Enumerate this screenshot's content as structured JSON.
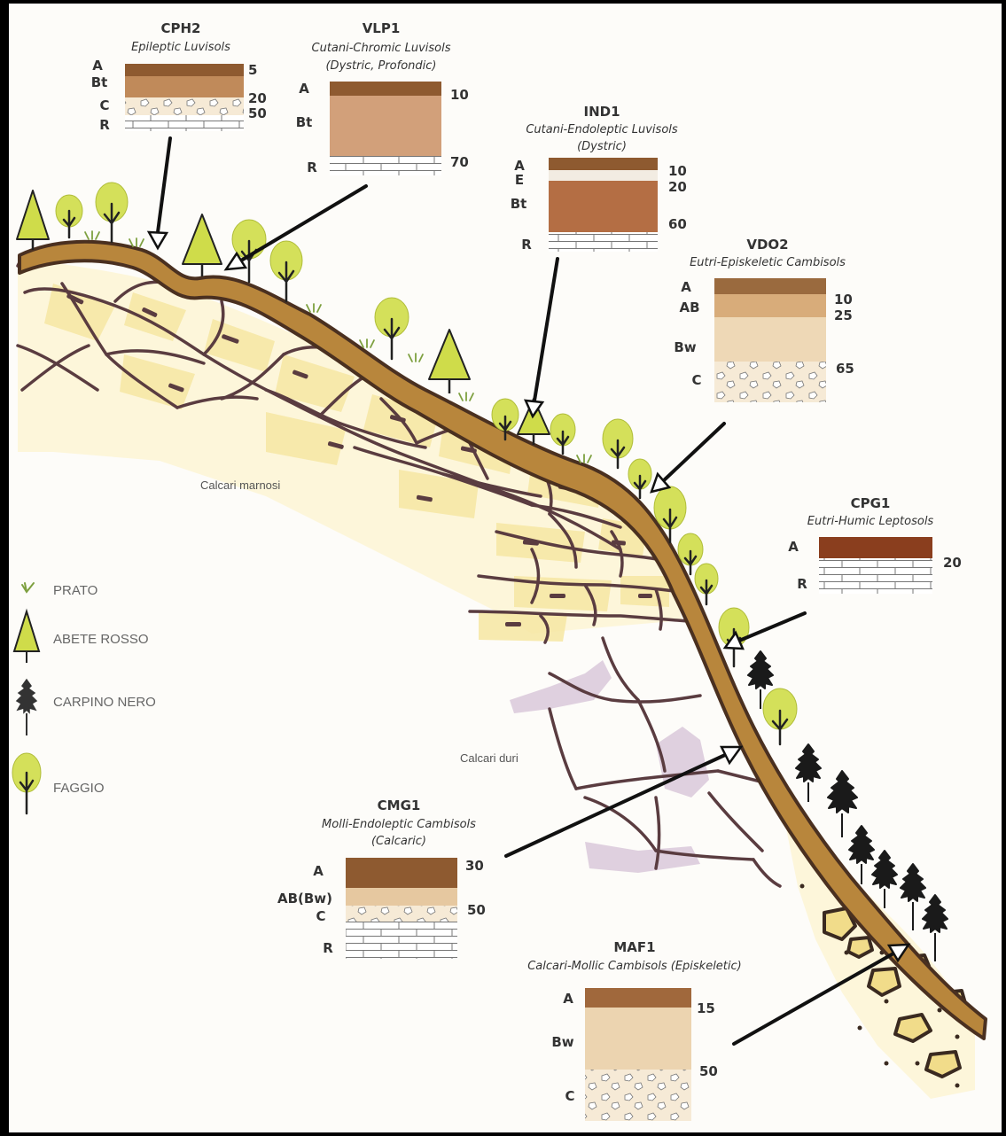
{
  "zones": {
    "upper_rock": "Calcari marnosi",
    "lower_rock": "Calcari duri"
  },
  "legend": [
    {
      "icon": "grass-icon",
      "label": "PRATO"
    },
    {
      "icon": "spruce-icon",
      "label": "ABETE ROSSO"
    },
    {
      "icon": "hornbeam-icon",
      "label": "CARPINO NERO"
    },
    {
      "icon": "beech-icon",
      "label": "FAGGIO"
    }
  ],
  "colors": {
    "soil": "#b8863c",
    "soil_edge": "#4a3020",
    "rock_fill": "#f4e6a6",
    "hard_rock": "#d8c6d8",
    "beech": "#d4e05a",
    "spruce": "#cfdc4a",
    "hornbeam": "#1a1a1a"
  },
  "profiles": [
    {
      "id": "CPH2",
      "name": "Epileptic Luvisols",
      "horizons": [
        "A",
        "Bt",
        "C",
        "R"
      ],
      "depths": [
        "5",
        "20",
        "50"
      ]
    },
    {
      "id": "VLP1",
      "name": "Cutani-Chromic Luvisols",
      "name2": "(Dystric, Profondic)",
      "horizons": [
        "A",
        "Bt",
        "R"
      ],
      "depths": [
        "10",
        "70"
      ]
    },
    {
      "id": "IND1",
      "name": "Cutani-Endoleptic Luvisols",
      "name2": "(Dystric)",
      "horizons": [
        "A",
        "E",
        "Bt",
        "R"
      ],
      "depths": [
        "10",
        "20",
        "60"
      ]
    },
    {
      "id": "VDO2",
      "name": "Eutri-Episkeletic Cambisols",
      "horizons": [
        "A",
        "AB",
        "Bw",
        "C"
      ],
      "depths": [
        "10",
        "25",
        "65"
      ]
    },
    {
      "id": "CPG1",
      "name": "Eutri-Humic Leptosols",
      "horizons": [
        "A",
        "R"
      ],
      "depths": [
        "20"
      ]
    },
    {
      "id": "CMG1",
      "name": "Molli-Endoleptic Cambisols",
      "name2": "(Calcaric)",
      "horizons": [
        "A",
        "AB(Bw)",
        "C",
        "R"
      ],
      "depths": [
        "30",
        "50"
      ]
    },
    {
      "id": "MAF1",
      "name": "Calcari-Mollic Cambisols (Episkeletic)",
      "horizons": [
        "A",
        "Bw",
        "C"
      ],
      "depths": [
        "15",
        "50"
      ]
    }
  ]
}
